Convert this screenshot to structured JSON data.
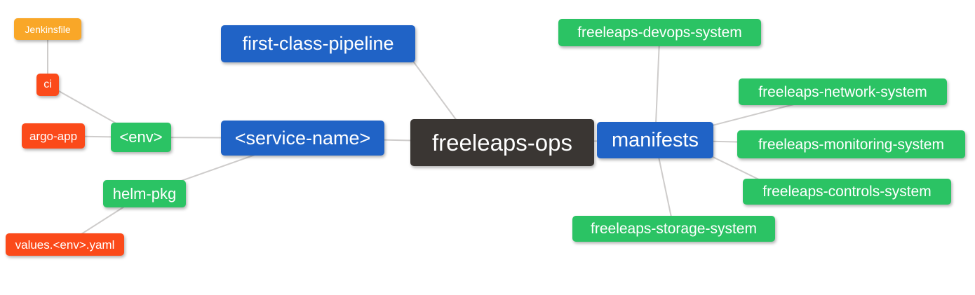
{
  "diagram": {
    "title": "freeleaps-ops mind map",
    "background_color": "#ffffff",
    "edge_color": "#cecccb",
    "text_color": "#ffffff",
    "palette": {
      "root": "#3a3633",
      "level1": "#2063c6",
      "level2": "#2bc364",
      "level3": "#fb4a1a",
      "level4": "#f9a728"
    },
    "nodes": [
      {
        "id": "freeleaps-ops",
        "label": "freeleaps-ops",
        "level": "root"
      },
      {
        "id": "first-class-pipeline",
        "label": "first-class-pipeline",
        "level": "level1"
      },
      {
        "id": "service-name",
        "label": "<service-name>",
        "level": "level1"
      },
      {
        "id": "manifests",
        "label": "manifests",
        "level": "level1"
      },
      {
        "id": "env",
        "label": "<env>",
        "level": "level2"
      },
      {
        "id": "helm-pkg",
        "label": "helm-pkg",
        "level": "level2"
      },
      {
        "id": "devops-system",
        "label": "freeleaps-devops-system",
        "level": "level2"
      },
      {
        "id": "network-system",
        "label": "freeleaps-network-system",
        "level": "level2"
      },
      {
        "id": "monitoring-system",
        "label": "freeleaps-monitoring-system",
        "level": "level2"
      },
      {
        "id": "controls-system",
        "label": "freeleaps-controls-system",
        "level": "level2"
      },
      {
        "id": "storage-system",
        "label": "freeleaps-storage-system",
        "level": "level2"
      },
      {
        "id": "ci",
        "label": "ci",
        "level": "level3"
      },
      {
        "id": "argo-app",
        "label": "argo-app",
        "level": "level3"
      },
      {
        "id": "values-env-yaml",
        "label": "values.<env>.yaml",
        "level": "level3"
      },
      {
        "id": "jenkinsfile",
        "label": "Jenkinsfile",
        "level": "level4"
      }
    ],
    "edges": [
      {
        "from": "freeleaps-ops",
        "to": "first-class-pipeline"
      },
      {
        "from": "freeleaps-ops",
        "to": "service-name"
      },
      {
        "from": "freeleaps-ops",
        "to": "manifests"
      },
      {
        "from": "service-name",
        "to": "env"
      },
      {
        "from": "service-name",
        "to": "helm-pkg"
      },
      {
        "from": "env",
        "to": "ci"
      },
      {
        "from": "env",
        "to": "argo-app"
      },
      {
        "from": "ci",
        "to": "jenkinsfile"
      },
      {
        "from": "helm-pkg",
        "to": "values-env-yaml"
      },
      {
        "from": "manifests",
        "to": "devops-system"
      },
      {
        "from": "manifests",
        "to": "network-system"
      },
      {
        "from": "manifests",
        "to": "monitoring-system"
      },
      {
        "from": "manifests",
        "to": "controls-system"
      },
      {
        "from": "manifests",
        "to": "storage-system"
      }
    ]
  }
}
